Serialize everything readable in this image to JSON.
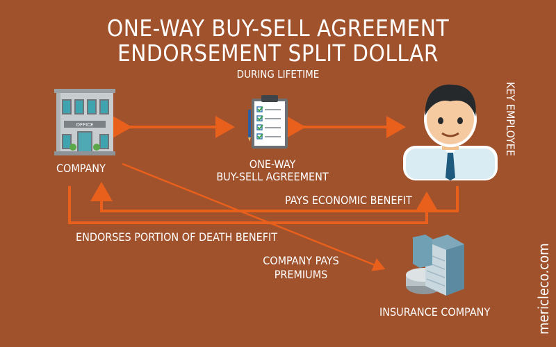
{
  "title_line1": "ONE-WAY BUY-SELL AGREEMENT",
  "title_line2": "ENDORSEMENT SPLIT DOLLAR",
  "subtitle": "DURING LIFETIME",
  "company_label": "COMPANY",
  "agreement_label_line1": "ONE-WAY",
  "agreement_label_line2": "BUY-SELL AGREEMENT",
  "key_employee_label": "KEY EMPLOYEE",
  "pays_economic_benefit": "PAYS ECONOMIC BENEFIT",
  "endorses_portion": "ENDORSES PORTION OF DEATH BENEFIT",
  "company_pays_line1": "COMPANY PAYS",
  "company_pays_line2": "PREMIUMS",
  "insurance_company_label": "INSURANCE COMPANY",
  "office_sign": "OFFICE",
  "watermark": "mericleco.com",
  "colors": {
    "background": "#a0522d",
    "arrow": "#e8601c",
    "text": "#ffffff"
  }
}
